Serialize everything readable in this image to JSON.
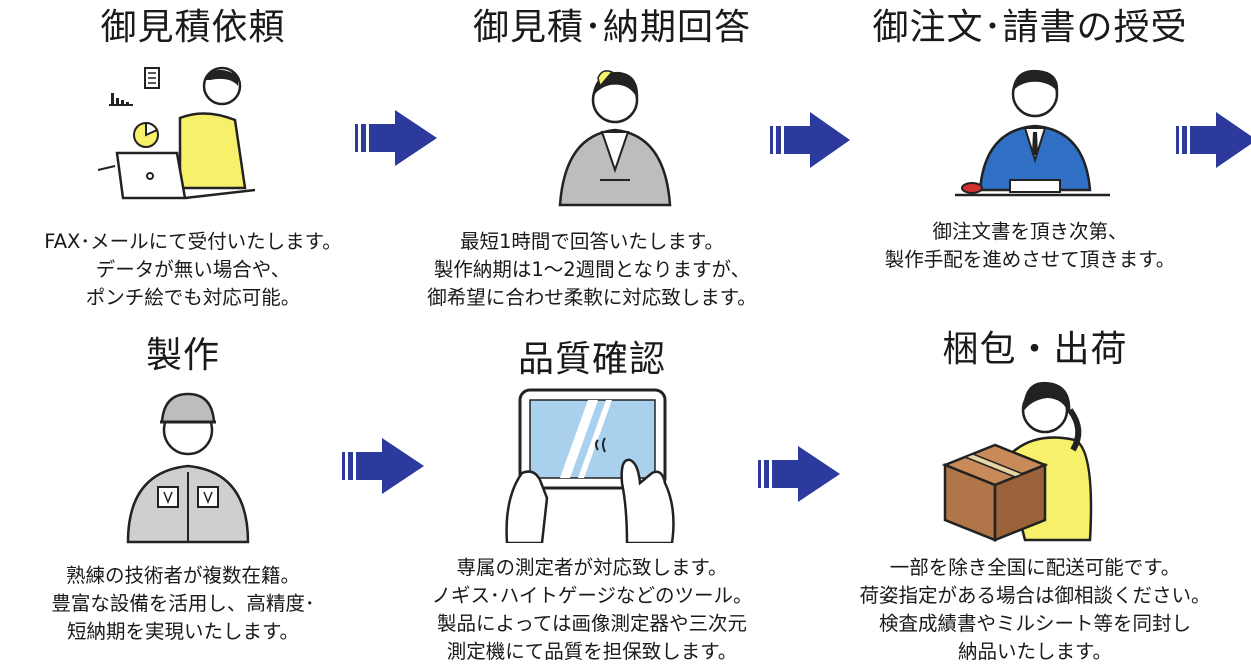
{
  "colors": {
    "arrow": "#2b3a9c",
    "accent_yellow": "#f6f06a",
    "suit_blue": "#2f6fc4",
    "box_brown": "#b0764a"
  },
  "steps": [
    {
      "title": "御見積依頼",
      "icon": "person-laptop-icon",
      "lines": [
        "FAX･メールにて受付いたします。",
        "データが無い場合や、",
        "ポンチ絵でも対応可能。"
      ]
    },
    {
      "title": "御見積･納期回答",
      "icon": "businesswoman-icon",
      "lines": [
        "最短1時間で回答いたします。",
        "製作納期は1～2週間となりますが、",
        "御希望に合わせ柔軟に対応致します。"
      ]
    },
    {
      "title": "御注文･請書の授受",
      "icon": "businessman-stamp-icon",
      "lines": [
        "御注文書を頂き次第、",
        "製作手配を進めさせて頂きます。"
      ]
    },
    {
      "title": "製作",
      "icon": "worker-icon",
      "lines": [
        "熟練の技術者が複数在籍。",
        "豊富な設備を活用し、高精度･",
        "短納期を実現いたします。"
      ]
    },
    {
      "title": "品質確認",
      "icon": "tablet-icon",
      "lines": [
        "専属の測定者が対応致します。",
        "ノギス･ハイトゲージなどのツール。",
        "製品によっては画像測定器や三次元",
        "測定機にて品質を担保致します。"
      ]
    },
    {
      "title": "梱包・出荷",
      "icon": "woman-box-icon",
      "lines": [
        "一部を除き全国に配送可能です。",
        "荷姿指定がある場合は御相談ください。",
        "検査成績書やミルシート等を同封し",
        "納品いたします。"
      ]
    }
  ]
}
